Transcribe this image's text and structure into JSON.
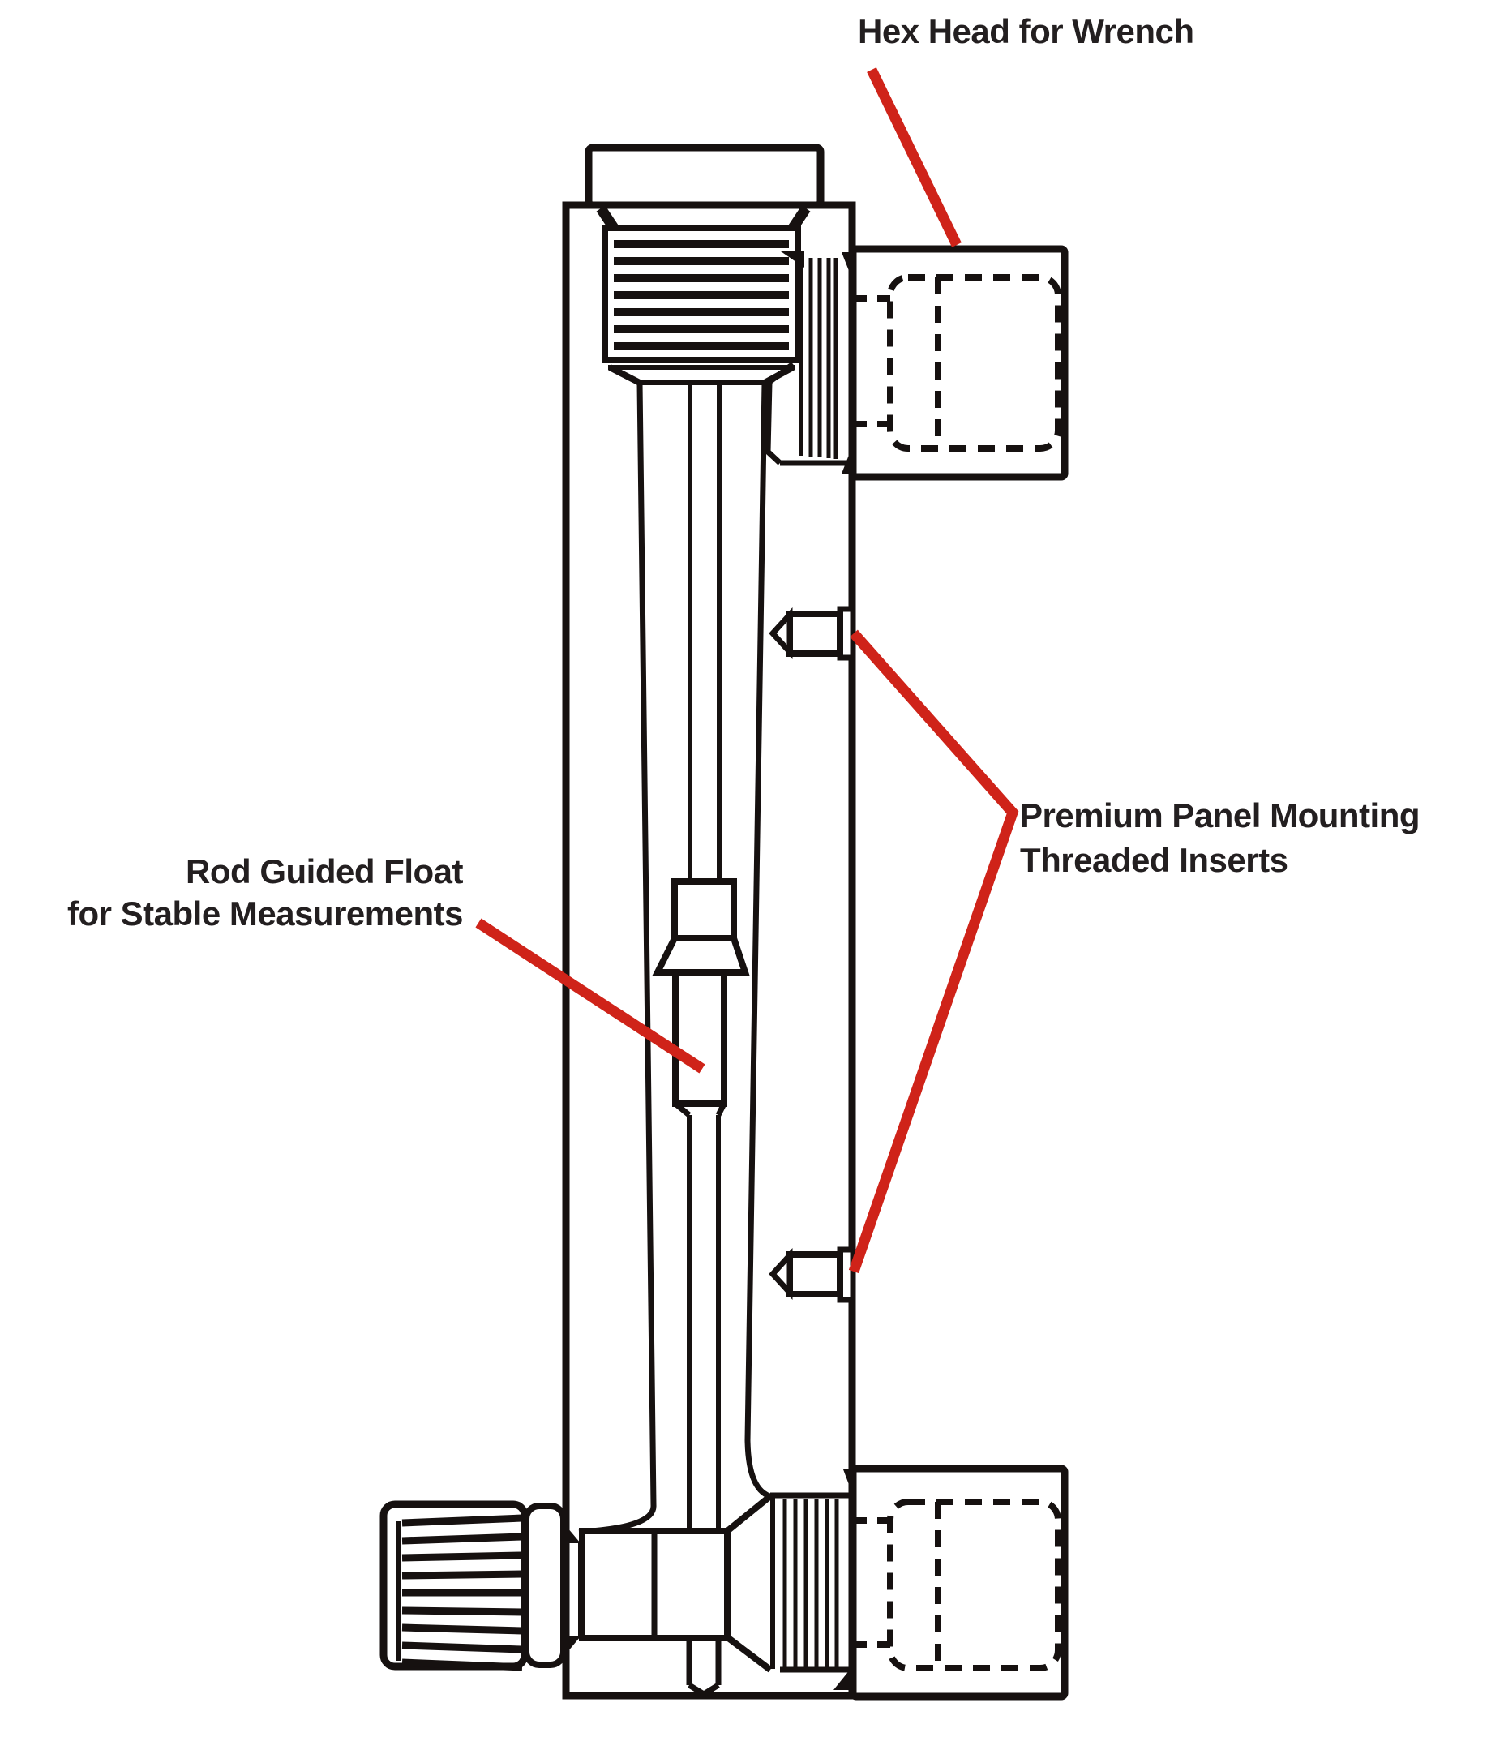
{
  "title": "Flowmeter cutaway diagram",
  "colors": {
    "line": "#161110",
    "annotation": "#cf2319",
    "text": "#231f20",
    "background": "#ffffff"
  },
  "annotations": {
    "hex_head": {
      "label": "Hex Head for Wrench"
    },
    "panel_mount": {
      "label_line1": "Premium Panel Mounting",
      "label_line2": "Threaded Inserts"
    },
    "float": {
      "label_line1": "Rod Guided Float",
      "label_line2": "for Stable Measurements"
    }
  }
}
